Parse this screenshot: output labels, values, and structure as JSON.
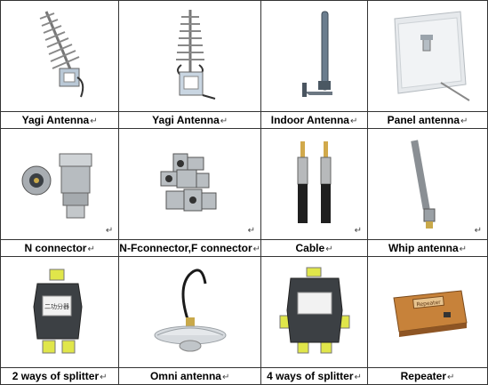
{
  "products": [
    {
      "label": "Yagi Antenna",
      "icon": "yagi-antenna-icon"
    },
    {
      "label": "Yagi Antenna",
      "icon": "yagi-antenna-icon"
    },
    {
      "label": "Indoor Antenna",
      "icon": "indoor-antenna-icon"
    },
    {
      "label": "Panel antenna",
      "icon": "panel-antenna-icon"
    },
    {
      "label": "N connector",
      "icon": "n-connector-icon"
    },
    {
      "label": "N-Fconnector,F connector",
      "icon": "nf-connector-icon"
    },
    {
      "label": "Cable",
      "icon": "cable-icon"
    },
    {
      "label": "Whip antenna",
      "icon": "whip-antenna-icon"
    },
    {
      "label": "2 ways of splitter",
      "icon": "splitter-2way-icon"
    },
    {
      "label": "Omni antenna",
      "icon": "omni-antenna-icon"
    },
    {
      "label": "4 ways of splitter",
      "icon": "splitter-4way-icon"
    },
    {
      "label": "Repeater",
      "icon": "repeater-icon"
    }
  ],
  "return_mark": "↵",
  "repeater_text": "Repeater",
  "splitter_text": "二功分器"
}
